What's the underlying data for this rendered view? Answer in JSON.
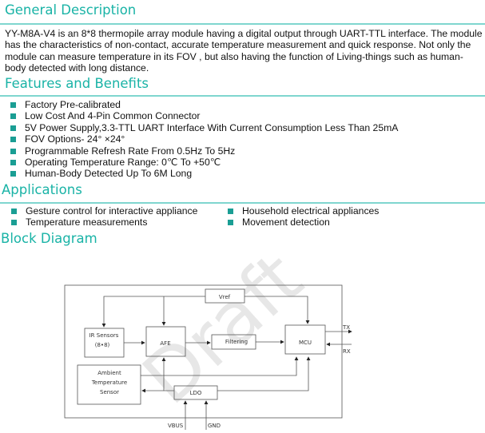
{
  "sections": {
    "general": {
      "title": "General Description",
      "text": "YY-M8A-V4 is an 8*8 thermopile array module having a digital output through UART-TTL interface. The module has the characteristics of non-contact, accurate temperature measurement and quick response. Not only the module can measure temperature in its FOV , but also having the function of Living-things such as human-body detected with long distance."
    },
    "features": {
      "title": "Features and Benefits",
      "items": [
        "Factory Pre-calibrated",
        "Low Cost And 4-Pin Common Connector",
        "5V Power Supply,3.3-TTL UART Interface With Current Consumption Less Than 25mA",
        "FOV Options- 24° ×24°",
        "Programmable Refresh Rate From 0.5Hz To 5Hz",
        "Operating Temperature Range: 0℃ To +50℃",
        "Human-Body Detected Up To 6M Long"
      ]
    },
    "applications": {
      "title": "Applications",
      "col1": [
        "Gesture control for interactive appliance",
        "Temperature measurements"
      ],
      "col2": [
        "Household electrical appliances",
        "Movement detection"
      ]
    },
    "block_diagram": {
      "title": "Block Diagram",
      "blocks": {
        "vref": "Vref",
        "ir_line1": "IR  Sensors",
        "ir_line2": "(8•8)",
        "afe": "AFE",
        "filtering": "Filtering",
        "mcu": "MCU",
        "ambient_line1": "Ambient",
        "ambient_line2": "Temperature",
        "ambient_line3": "Sensor",
        "ldo": "LDO"
      },
      "pins": {
        "tx": "TX",
        "rx": "RX",
        "vbus": "VBUS",
        "gnd": "GND"
      },
      "watermark": "Draft"
    }
  },
  "colors": {
    "heading": "#19b3a6",
    "bullet": "#1a9e94",
    "rule": "#7fd6cf"
  }
}
